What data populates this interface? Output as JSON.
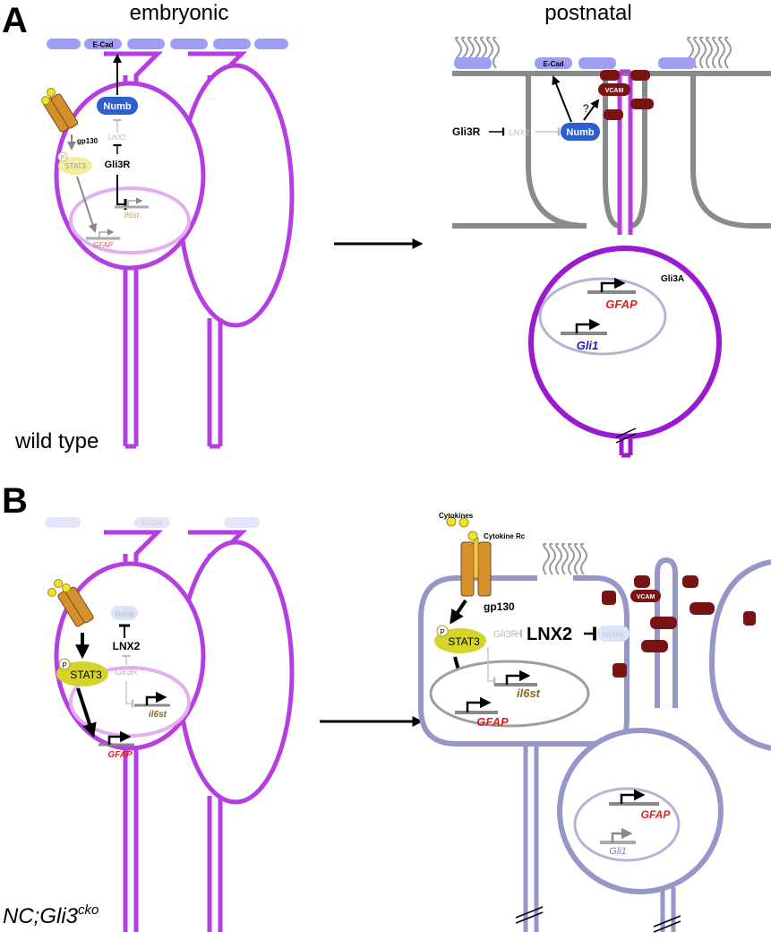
{
  "colors": {
    "membrane_wt": "#b43ee0",
    "membrane_mutant": "#9696c8",
    "nucleus_embryonic": "#e2b0ee",
    "nucleus_postnatal": "#b4b4d4",
    "ependyma": "#8a8a8a",
    "ecad": "#9e9ef2",
    "ecad_faded": "#e4e4fa",
    "numb": "#2d5fd0",
    "numb_faded": "#dde4f8",
    "stat3_pale": "#f2eea0",
    "stat3": "#d4d42a",
    "receptor": "#d4902c",
    "ligand": "#f0e030",
    "vcam": "#7a1414",
    "gene_red": "#e02020",
    "gene_blue": "#1a1ad0",
    "gene_brown": "#8a6a20",
    "faded_text": "#bcbcbc"
  },
  "panelA": {
    "letter": "A",
    "embryonic_label": "embryonic",
    "postnatal_label": "postnatal",
    "genotype": "wild type",
    "embryonic": {
      "ecad": "E-Cad",
      "numb": "Numb",
      "lnx2": "LNX2",
      "gli3r": "Gli3R",
      "gp130": "gp130",
      "p": "P",
      "stat3": "STAT3",
      "il6st": "il6st",
      "gfap": "GFAP"
    },
    "postnatal": {
      "ecad": "E-Cad",
      "vcam": "VCAM",
      "question": "?",
      "gli3r": "Gli3R",
      "lnx2": "LNX2",
      "numb": "Numb",
      "gli3a": "Gli3A",
      "gfap": "GFAP",
      "gli1": "Gli1"
    }
  },
  "panelB": {
    "letter": "B",
    "genotype_main": "NC;Gli3",
    "genotype_sup": "cko",
    "embryonic": {
      "ecad": "E-Cad",
      "numb": "Numb",
      "lnx2": "LNX2",
      "p": "P",
      "stat3": "STAT3",
      "gli3r": "Gli3R",
      "il6st": "il6st",
      "gfap": "GFAP"
    },
    "postnatal": {
      "cytokines": "Cytokines",
      "cytokine_rc": "Cytokine Rc",
      "gp130": "gp130",
      "p": "P",
      "stat3": "STAT3",
      "gli3r": "Gli3R",
      "lnx2": "LNX2",
      "numb": "Numb",
      "vcam": "VCAM",
      "il6st": "il6st",
      "gfap_cell1": "GFAP",
      "gfap_cell2": "GFAP",
      "gli1": "Gli1"
    }
  }
}
